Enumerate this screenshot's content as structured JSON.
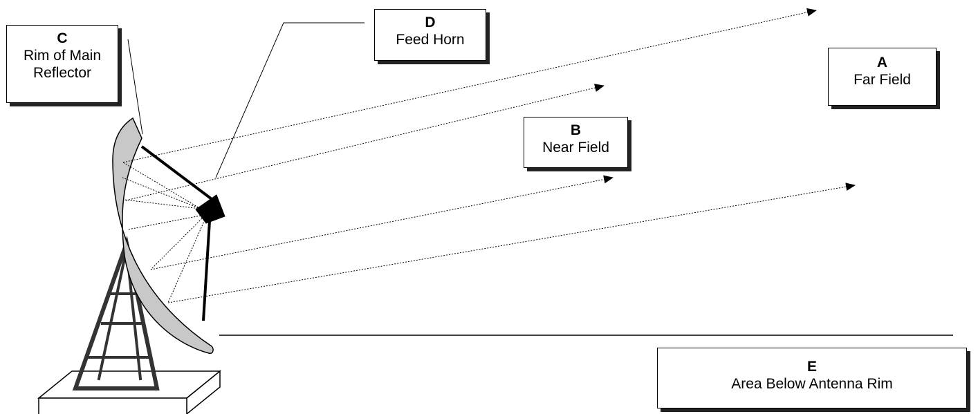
{
  "labels": {
    "a": {
      "letter": "A",
      "text": "Far Field"
    },
    "b": {
      "letter": "B",
      "text": "Near Field"
    },
    "c": {
      "letter": "C",
      "text": "Rim of Main Reflector"
    },
    "d": {
      "letter": "D",
      "text": "Feed Horn"
    },
    "e": {
      "letter": "E",
      "text": "Area Below Antenna Rim"
    }
  },
  "colors": {
    "reflector_fill": "#c8c8c8",
    "outline": "#000000",
    "tower": "#333333"
  }
}
